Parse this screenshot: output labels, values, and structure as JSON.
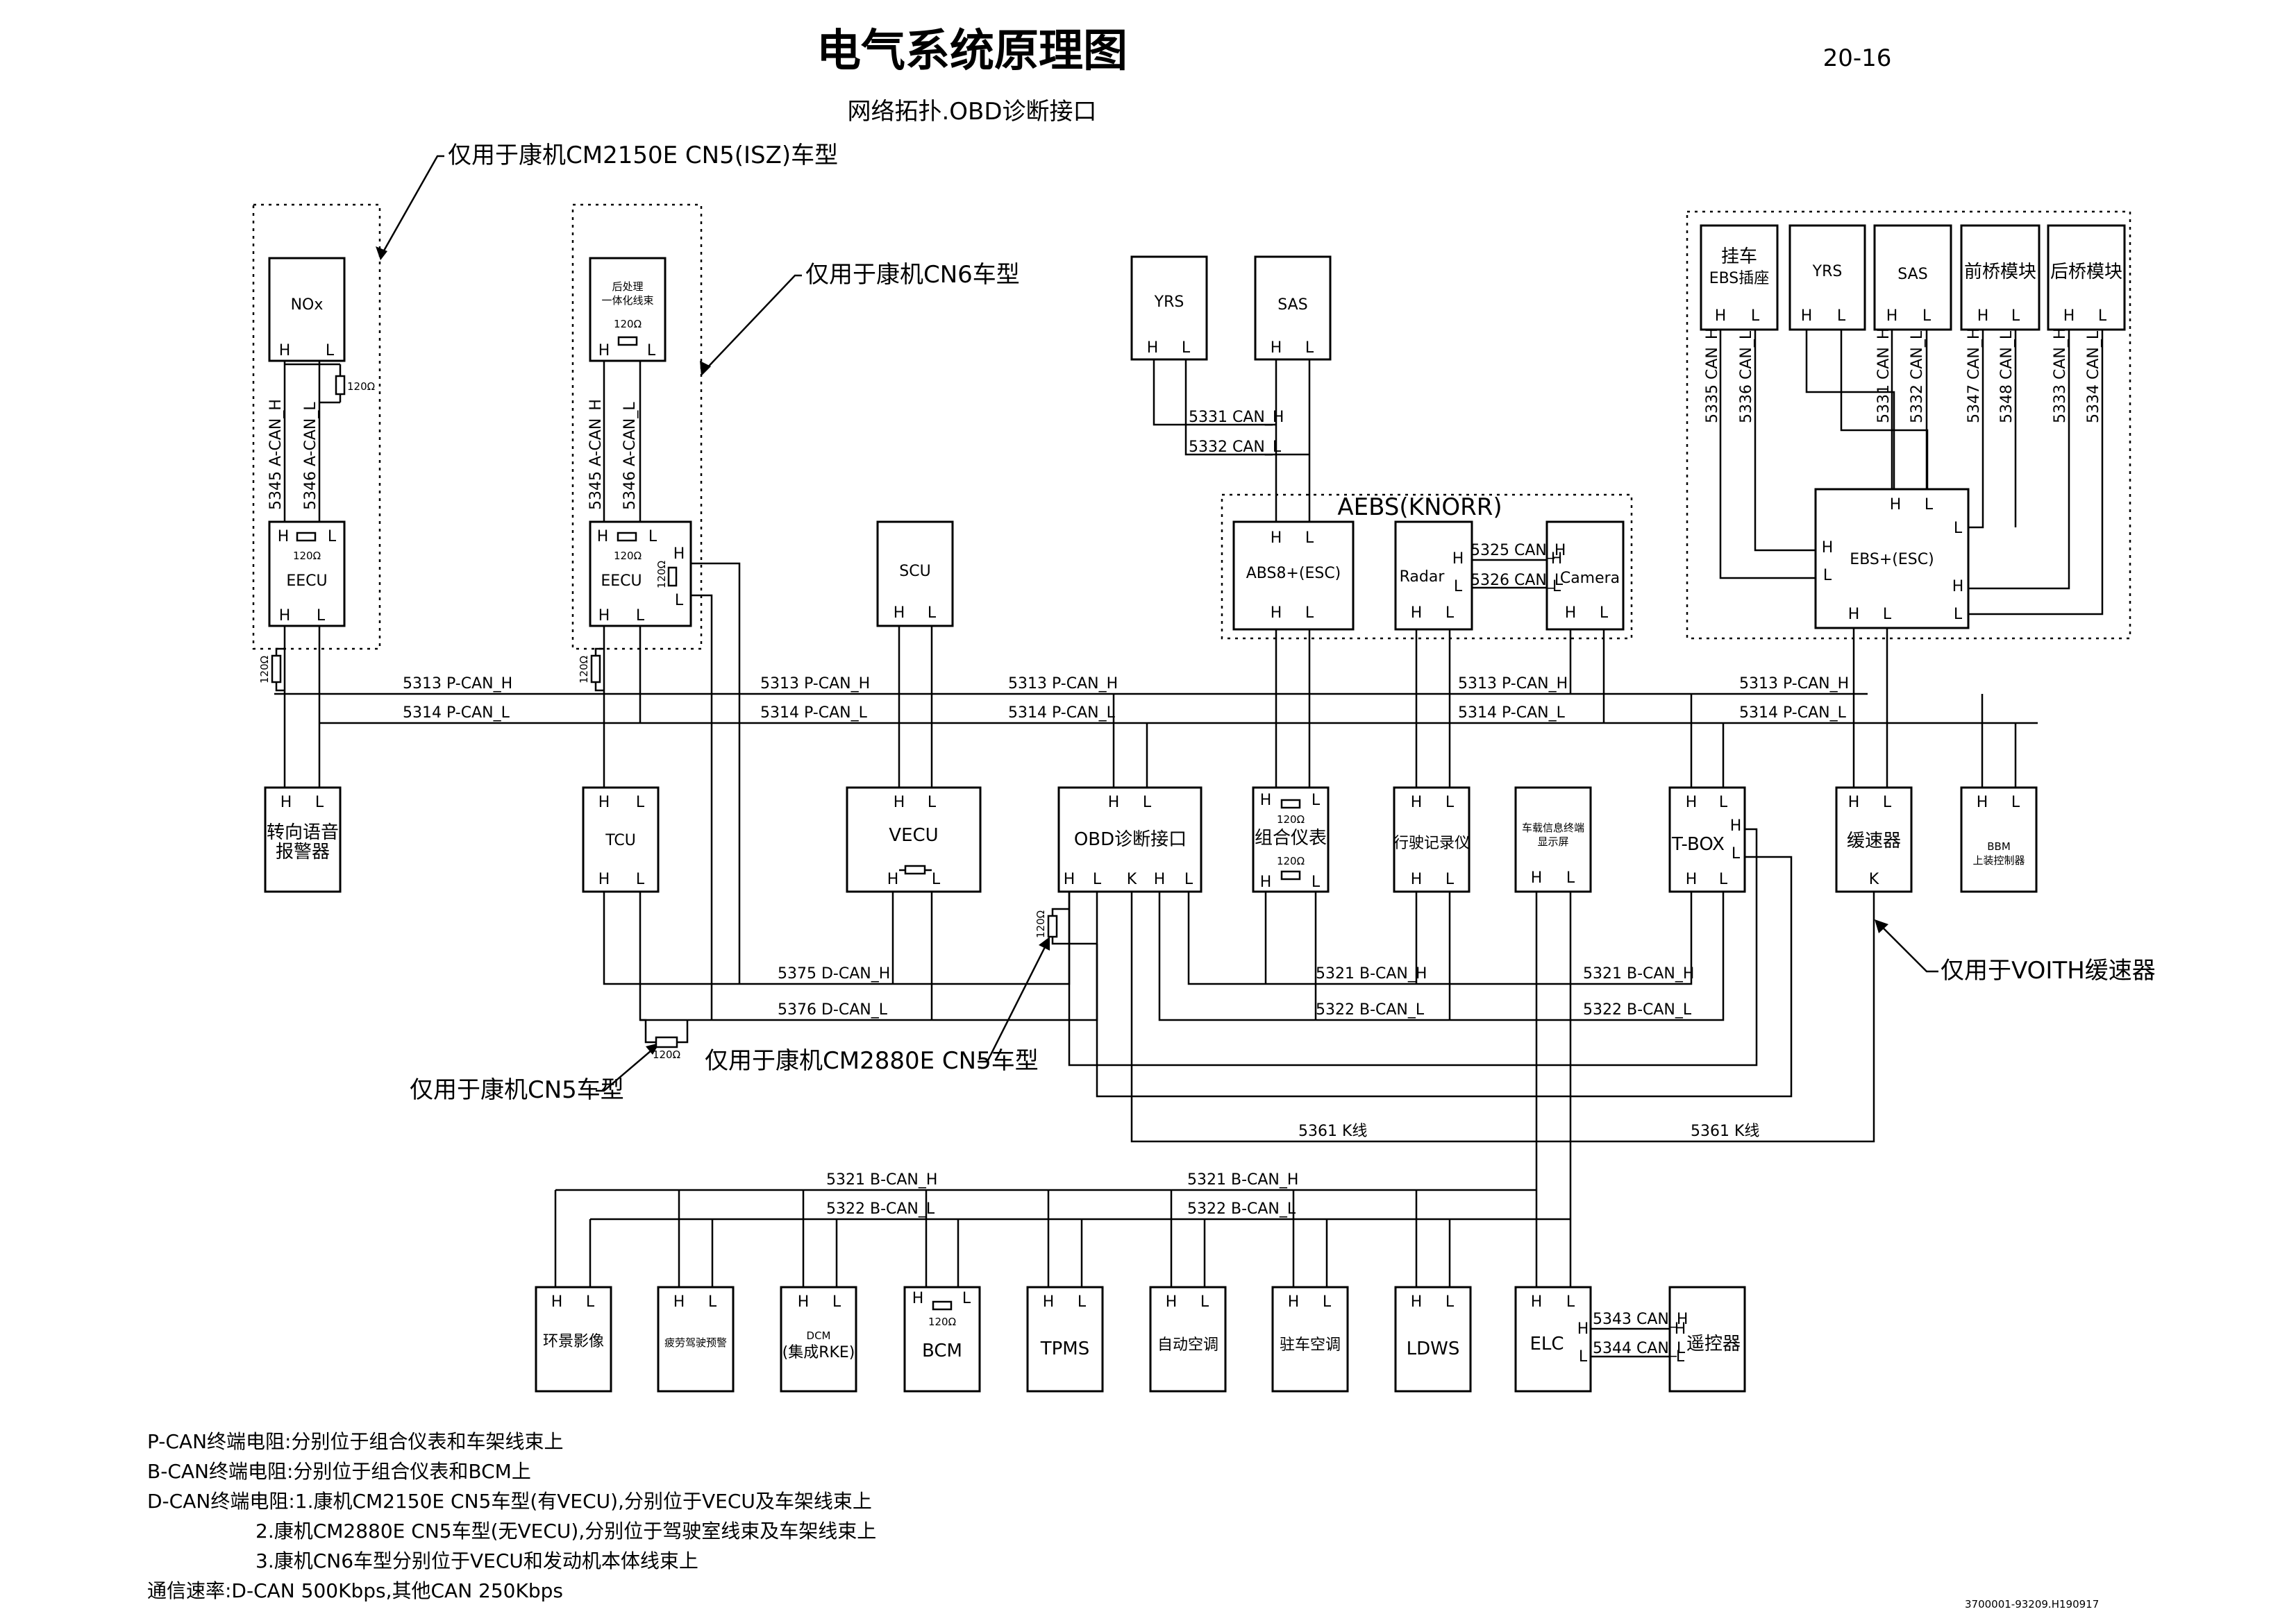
{
  "header": {
    "title": "电气系统原理图",
    "page_number": "20-16",
    "subtitle": "网络拓扑.OBD诊断接口"
  },
  "notes": {
    "cm2150_only": "仅用于康机CM2150E CN5(ISZ)车型",
    "cn6_only": "仅用于康机CN6车型",
    "cn5_only": "仅用于康机CN5车型",
    "cm2880_only": "仅用于康机CM2880E CN5车型",
    "voith_only": "仅用于VOITH缓速器",
    "aebs": "AEBS(KNORR)"
  },
  "pins": {
    "h": "H",
    "l": "L",
    "k": "K"
  },
  "resistor": "120Ω",
  "modules": {
    "nox": "NOx",
    "aftertreat_1": "后处理",
    "aftertreat_2": "一体化线束",
    "eecu": "EECU",
    "yrs": "YRS",
    "sas": "SAS",
    "scu": "SCU",
    "abs8": "ABS8+(ESC)",
    "radar": "Radar",
    "camera": "Camera",
    "trailer_1": "挂车",
    "trailer_2": "EBS插座",
    "front_axle": "前桥模块",
    "rear_axle": "后桥模块",
    "ebs": "EBS+(ESC)",
    "turn_voice_1": "转向语音",
    "turn_voice_2": "报警器",
    "tcu": "TCU",
    "vecu": "VECU",
    "obd": "OBD诊断接口",
    "cluster": "组合仪表",
    "recorder": "行驶记录仪",
    "telematics_1": "车载信息终端",
    "telematics_2": "显示屏",
    "tbox": "T-BOX",
    "retarder": "缓速器",
    "bbm_1": "BBM",
    "bbm_2": "上装控制器",
    "surround": "环景影像",
    "fatigue": "疲劳驾驶预警",
    "dcm_1": "DCM",
    "dcm_2": "(集成RKE)",
    "bcm": "BCM",
    "tpms": "TPMS",
    "auto_ac": "自动空调",
    "parking_ac": "驻车空调",
    "ldws": "LDWS",
    "elc": "ELC",
    "remote": "遥控器"
  },
  "wires": {
    "acan_h": "5345 A-CAN_H",
    "acan_l": "5346 A-CAN_L",
    "can_5331": "5331 CAN_H",
    "can_5332": "5332 CAN_L",
    "can_5325": "5325 CAN_H",
    "can_5326": "5326 CAN_L",
    "can_5335": "5335 CAN_H",
    "can_5336": "5336 CAN_L",
    "can_5331b": "5331 CAN_H",
    "can_5332b": "5332 CAN_L",
    "can_5347": "5347 CAN_H",
    "can_5348": "5348 CAN_L",
    "can_5333": "5333 CAN_H",
    "can_5334": "5334 CAN_L",
    "pcan_h": "5313 P-CAN_H",
    "pcan_l": "5314 P-CAN_L",
    "dcan_h": "5375 D-CAN_H",
    "dcan_l": "5376 D-CAN_L",
    "bcan_h": "5321 B-CAN_H",
    "bcan_l": "5322 B-CAN_L",
    "kline": "5361 K线",
    "can_5343": "5343 CAN_H",
    "can_5344": "5344 CAN_L"
  },
  "footer": {
    "line1": "P-CAN终端电阻:分别位于组合仪表和车架线束上",
    "line2": "B-CAN终端电阻:分别位于组合仪表和BCM上",
    "line3": "D-CAN终端电阻:1.康机CM2150E CN5车型(有VECU),分别位于VECU及车架线束上",
    "line4": "2.康机CM2880E CN5车型(无VECU),分别位于驾驶室线束及车架线束上",
    "line5": "3.康机CN6车型分别位于VECU和发动机本体线束上",
    "line6": "通信速率:D-CAN 500Kbps,其他CAN 250Kbps",
    "drawing_no": "3700001-93209.H190917"
  }
}
